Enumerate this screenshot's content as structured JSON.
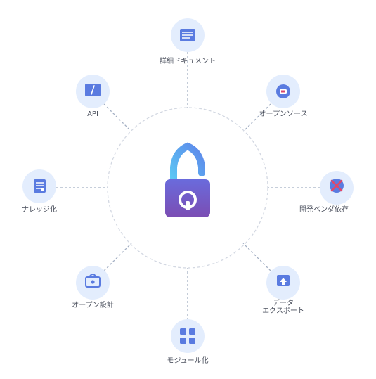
{
  "colors": {
    "node_bg": "#e3edfd",
    "icon_primary": "#5a7be0",
    "connector": "#a4b0c4",
    "ring": "#d3d8e2",
    "lock_top": "#5cc4f2",
    "lock_body_top": "#6a68d9",
    "lock_body_bottom": "#7a4fb6",
    "red_x": "#e0476a",
    "label_text": "#4a4f5c"
  },
  "center": {
    "icon": "unlocked-padlock-icon"
  },
  "nodes": [
    {
      "id": "docs",
      "label": "詳細ドキュメント",
      "label2": "",
      "icon": "document-icon"
    },
    {
      "id": "opensource",
      "label": "オープンソース",
      "label2": "",
      "icon": "open-source-icon"
    },
    {
      "id": "vendor",
      "label": "開発ベンダ依存",
      "label2": "",
      "icon": "x-mark-icon"
    },
    {
      "id": "export",
      "label": "データ",
      "label2": "エクスポート",
      "icon": "export-icon"
    },
    {
      "id": "modular",
      "label": "モジュール化",
      "label2": "",
      "icon": "grid-icon"
    },
    {
      "id": "opendesign",
      "label": "オープン設計",
      "label2": "",
      "icon": "lock-icon"
    },
    {
      "id": "knowledge",
      "label": "ナレッジ化",
      "label2": "",
      "icon": "notes-icon"
    },
    {
      "id": "api",
      "label": "API",
      "label2": "",
      "icon": "api-slash-icon"
    }
  ]
}
